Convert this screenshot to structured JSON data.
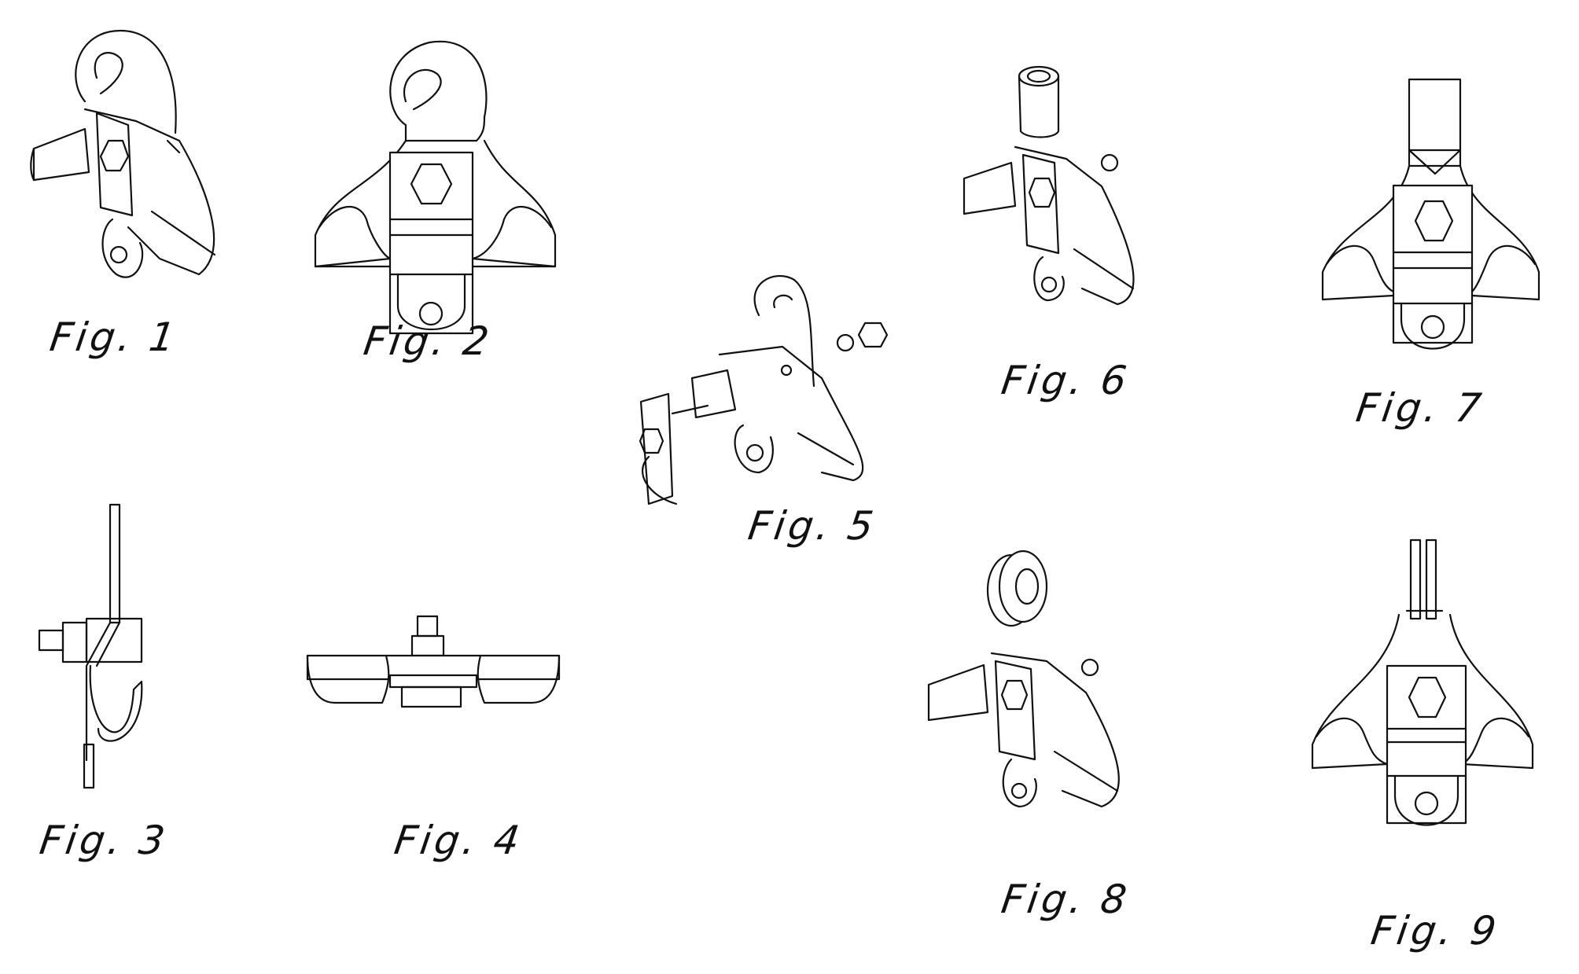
{
  "figures": [
    {
      "id": 1,
      "label": "Fig. 1"
    },
    {
      "id": 2,
      "label": "Fig. 2"
    },
    {
      "id": 3,
      "label": "Fig. 3"
    },
    {
      "id": 4,
      "label": "Fig. 4"
    },
    {
      "id": 5,
      "label": "Fig. 5"
    },
    {
      "id": 6,
      "label": "Fig. 6"
    },
    {
      "id": 7,
      "label": "Fig. 7"
    },
    {
      "id": 8,
      "label": "Fig. 8"
    },
    {
      "id": 9,
      "label": "Fig. 9"
    }
  ]
}
